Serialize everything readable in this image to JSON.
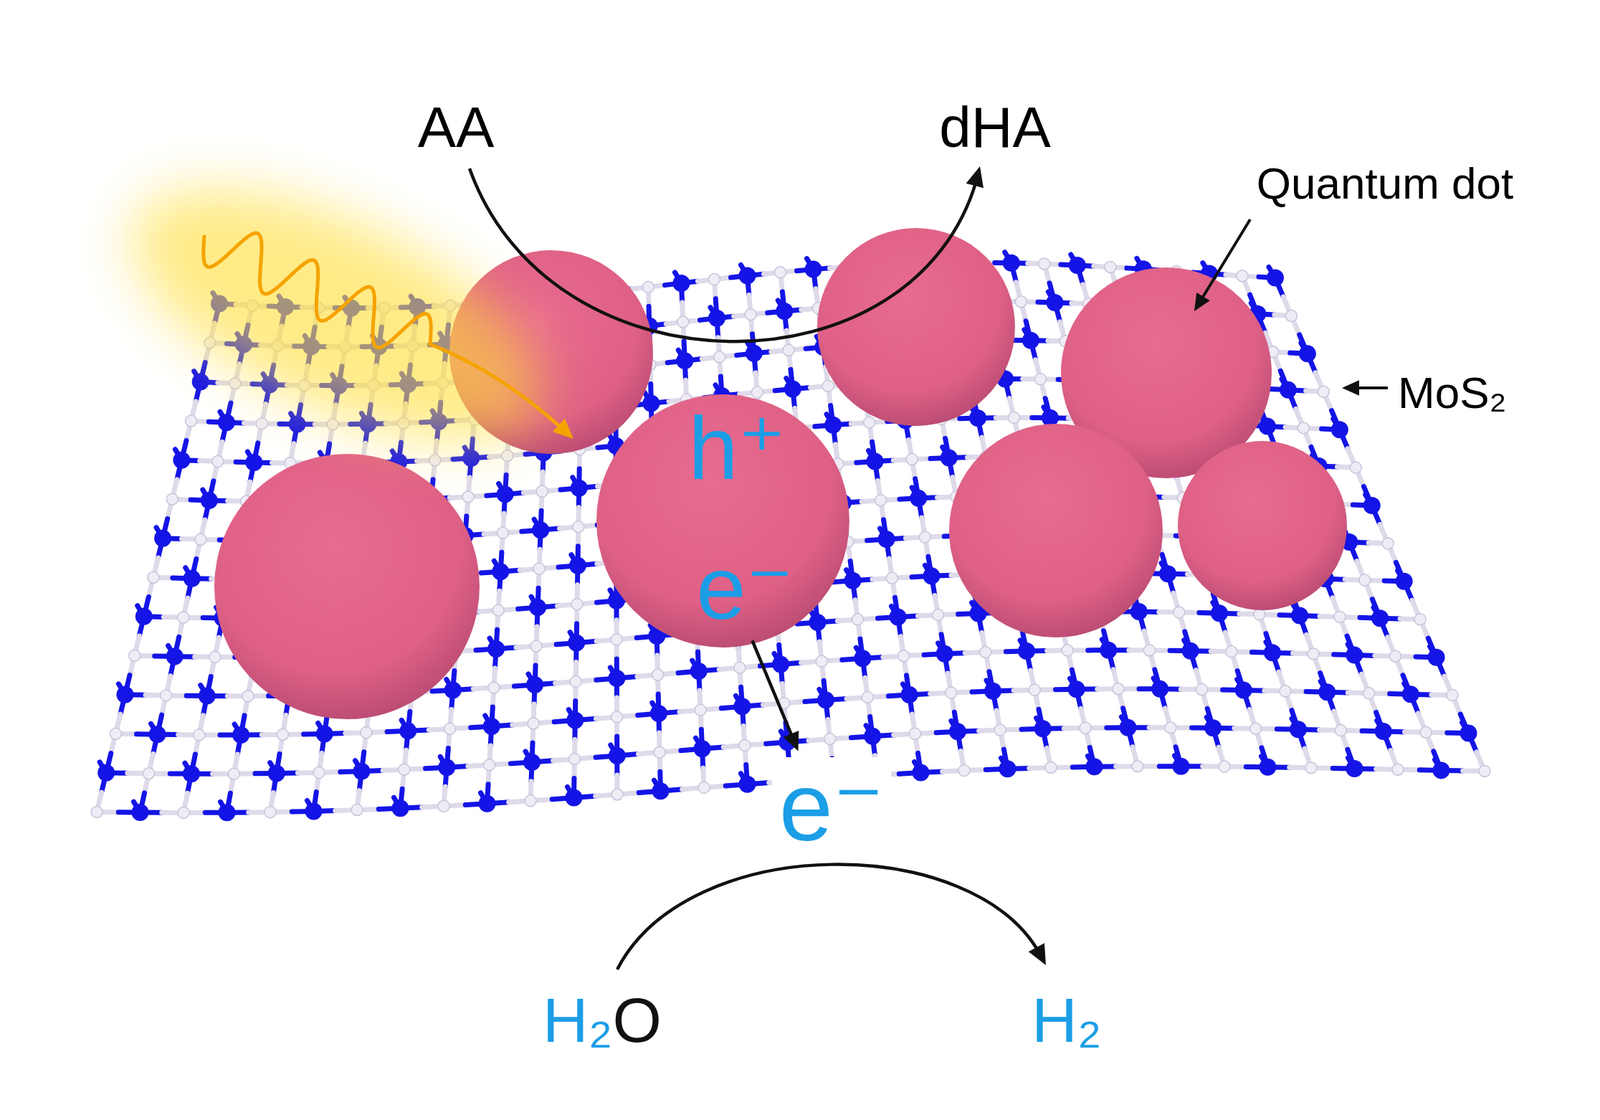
{
  "diagram": {
    "nodes": [
      {
        "text": [
          "h⁺",
          "e⁻"
        ]
      }
    ],
    "labels": [
      "AA",
      "dHA",
      "Quantum dot",
      "MoS₂",
      "e⁻",
      "H₂O",
      "H₂"
    ]
  }
}
